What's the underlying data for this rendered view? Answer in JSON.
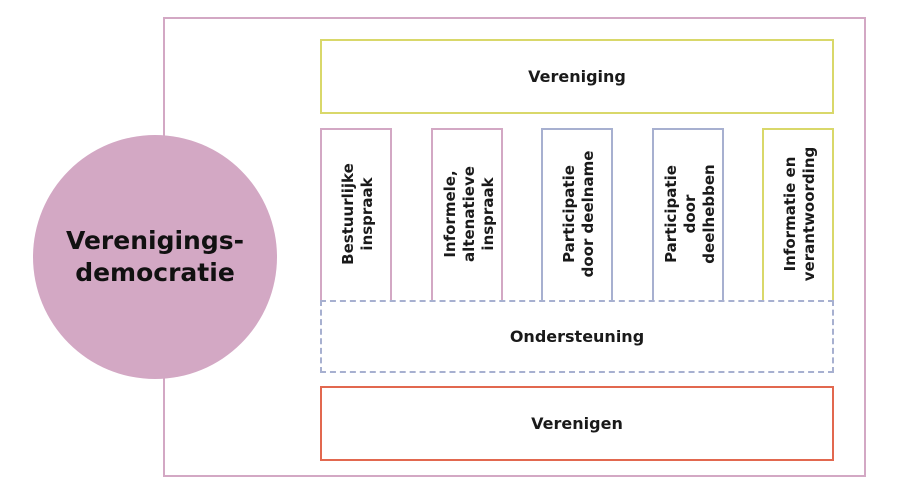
{
  "circle": {
    "title": "Verenigings-\ndemocratie"
  },
  "top_box": {
    "label": "Vereniging"
  },
  "pillars": [
    {
      "label": "Bestuurlijke\ninspraak"
    },
    {
      "label": "Informele,\naltenatieve\ninspraak"
    },
    {
      "label": "Participatie\ndoor deelname"
    },
    {
      "label": "Participatie\ndoor\ndeelhebben"
    },
    {
      "label": "Informatie en\nverantwoording"
    }
  ],
  "support_box": {
    "label": "Ondersteuning"
  },
  "bottom_box": {
    "label": "Verenigen"
  },
  "colors": {
    "pink": "#d3a8c4",
    "lavender": "#a7b0d0",
    "yellow_green": "#d9d86a",
    "orange_red": "#e2684f"
  }
}
